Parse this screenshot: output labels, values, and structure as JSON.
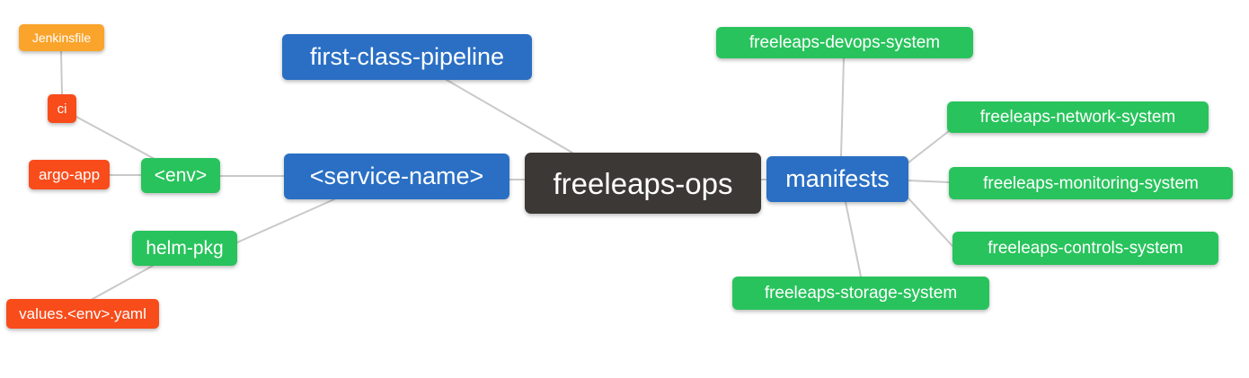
{
  "diagram": {
    "type": "mindmap",
    "root_label": "freeleaps-ops",
    "palette": {
      "root_bg": "#3c3835",
      "branch_blue": "#2a6fc4",
      "leaf_green": "#28c35c",
      "leaf_red": "#f84c1b",
      "leaf_orange": "#faa42c",
      "edge_color": "#c9c9c9",
      "text_color": "#ffffff",
      "background": "#ffffff"
    },
    "nodes": [
      {
        "id": "jenkinsfile",
        "label": "Jenkinsfile",
        "color": "orange"
      },
      {
        "id": "ci",
        "label": "ci",
        "color": "red"
      },
      {
        "id": "argo-app",
        "label": "argo-app",
        "color": "red"
      },
      {
        "id": "env",
        "label": "<env>",
        "color": "green"
      },
      {
        "id": "first-class-pipeline",
        "label": "first-class-pipeline",
        "color": "blue"
      },
      {
        "id": "service-name",
        "label": "<service-name>",
        "color": "blue"
      },
      {
        "id": "helm-pkg",
        "label": "helm-pkg",
        "color": "green"
      },
      {
        "id": "values-env-yaml",
        "label": "values.<env>.yaml",
        "color": "red"
      },
      {
        "id": "freeleaps-ops",
        "label": "freeleaps-ops",
        "color": "dark"
      },
      {
        "id": "manifests",
        "label": "manifests",
        "color": "blue"
      },
      {
        "id": "devops-system",
        "label": "freeleaps-devops-system",
        "color": "green"
      },
      {
        "id": "network-system",
        "label": "freeleaps-network-system",
        "color": "green"
      },
      {
        "id": "monitoring-system",
        "label": "freeleaps-monitoring-system",
        "color": "green"
      },
      {
        "id": "controls-system",
        "label": "freeleaps-controls-system",
        "color": "green"
      },
      {
        "id": "storage-system",
        "label": "freeleaps-storage-system",
        "color": "green"
      }
    ],
    "edges": [
      {
        "from": "ci",
        "to": "jenkinsfile"
      },
      {
        "from": "env",
        "to": "ci"
      },
      {
        "from": "env",
        "to": "argo-app"
      },
      {
        "from": "service-name",
        "to": "env"
      },
      {
        "from": "service-name",
        "to": "helm-pkg"
      },
      {
        "from": "helm-pkg",
        "to": "values-env-yaml"
      },
      {
        "from": "freeleaps-ops",
        "to": "first-class-pipeline"
      },
      {
        "from": "freeleaps-ops",
        "to": "service-name"
      },
      {
        "from": "freeleaps-ops",
        "to": "manifests"
      },
      {
        "from": "manifests",
        "to": "devops-system"
      },
      {
        "from": "manifests",
        "to": "network-system"
      },
      {
        "from": "manifests",
        "to": "monitoring-system"
      },
      {
        "from": "manifests",
        "to": "controls-system"
      },
      {
        "from": "manifests",
        "to": "storage-system"
      }
    ]
  }
}
